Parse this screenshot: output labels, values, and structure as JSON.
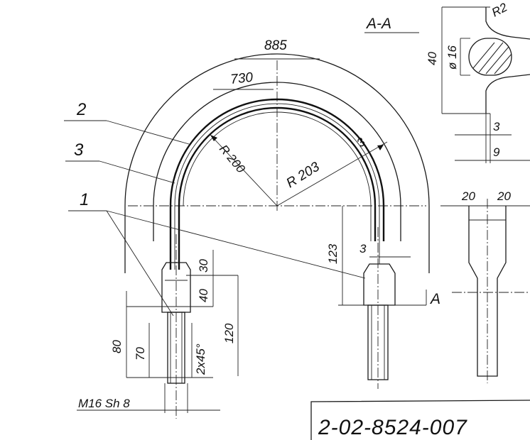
{
  "section_title": "A-A",
  "section_marker": "A",
  "dims": {
    "outer_width": "885",
    "inner_width": "730",
    "radius_small": "R 200",
    "radius_mid": "R 203",
    "thickness_top": "3",
    "thickness_mid": "3",
    "radius_section": "R2",
    "dia_section": "ø 16",
    "height_section": "40",
    "sect_thick": "3",
    "sect_width": "9",
    "leg_a": "20",
    "leg_b": "20",
    "len_123": "123",
    "len_30": "30",
    "len_40": "40",
    "len_120": "120",
    "len_80": "80",
    "len_70": "70",
    "chamfer": "2x45°",
    "thread": "M16 Sh 8"
  },
  "callouts": {
    "one": "1",
    "two": "2",
    "three": "3"
  },
  "drawing_number": "2-02-8524-007"
}
